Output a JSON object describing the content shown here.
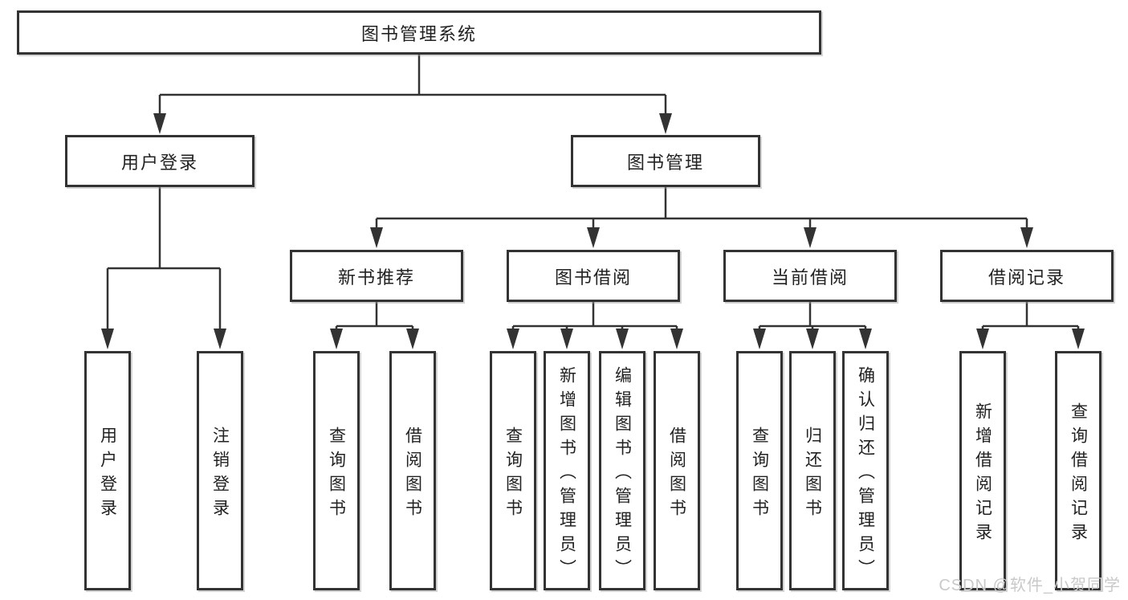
{
  "tree": {
    "root": {
      "label": "图书管理系统",
      "children": [
        {
          "label": "用户登录",
          "children": [
            {
              "label": "用户登录"
            },
            {
              "label": "注销登录"
            }
          ]
        },
        {
          "label": "图书管理",
          "children": [
            {
              "label": "新书推荐",
              "children": [
                {
                  "label": "查询图书"
                },
                {
                  "label": "借阅图书"
                }
              ]
            },
            {
              "label": "图书借阅",
              "children": [
                {
                  "label": "查询图书"
                },
                {
                  "label": "新增图书（管理员）"
                },
                {
                  "label": "编辑图书（管理员）"
                },
                {
                  "label": "借阅图书"
                }
              ]
            },
            {
              "label": "当前借阅",
              "children": [
                {
                  "label": "查询图书"
                },
                {
                  "label": "归还图书"
                },
                {
                  "label": "确认归还（管理员）"
                }
              ]
            },
            {
              "label": "借阅记录",
              "children": [
                {
                  "label": "新增借阅记录"
                },
                {
                  "label": "查询借阅记录"
                }
              ]
            }
          ]
        }
      ]
    }
  },
  "watermark": {
    "text": "CSDN @软件_小贺同学"
  },
  "colors": {
    "line": "#333333",
    "box_border": "#333333",
    "text": "#222222",
    "watermark": "#c9c9c9",
    "background": "#ffffff"
  }
}
